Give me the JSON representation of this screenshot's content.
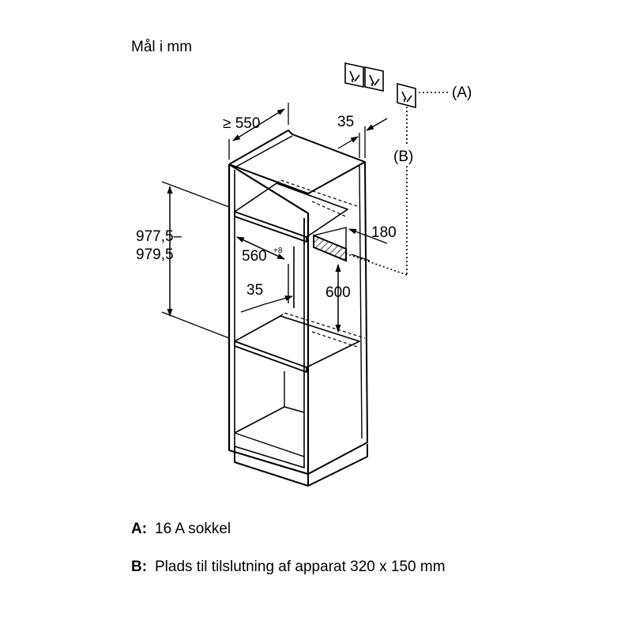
{
  "title": "Mål i mm",
  "dimensions": {
    "width_min": "≥ 550",
    "depth_35": "35",
    "height_range_line1": "977,5–",
    "height_range_line2": "979,5",
    "inner_width": "560",
    "inner_width_tolerance": "+8",
    "shelf_35": "35",
    "height_600": "600",
    "distance_180": "180"
  },
  "callouts": {
    "a": "(A)",
    "b": "(B)"
  },
  "legend": [
    {
      "key": "A:",
      "text": "16 A sokkel"
    },
    {
      "key": "B:",
      "text": "Plads til tilslutning af apparat 320 x 150 mm"
    }
  ],
  "icons": [
    "socket-icon",
    "socket-icon",
    "socket-icon"
  ]
}
